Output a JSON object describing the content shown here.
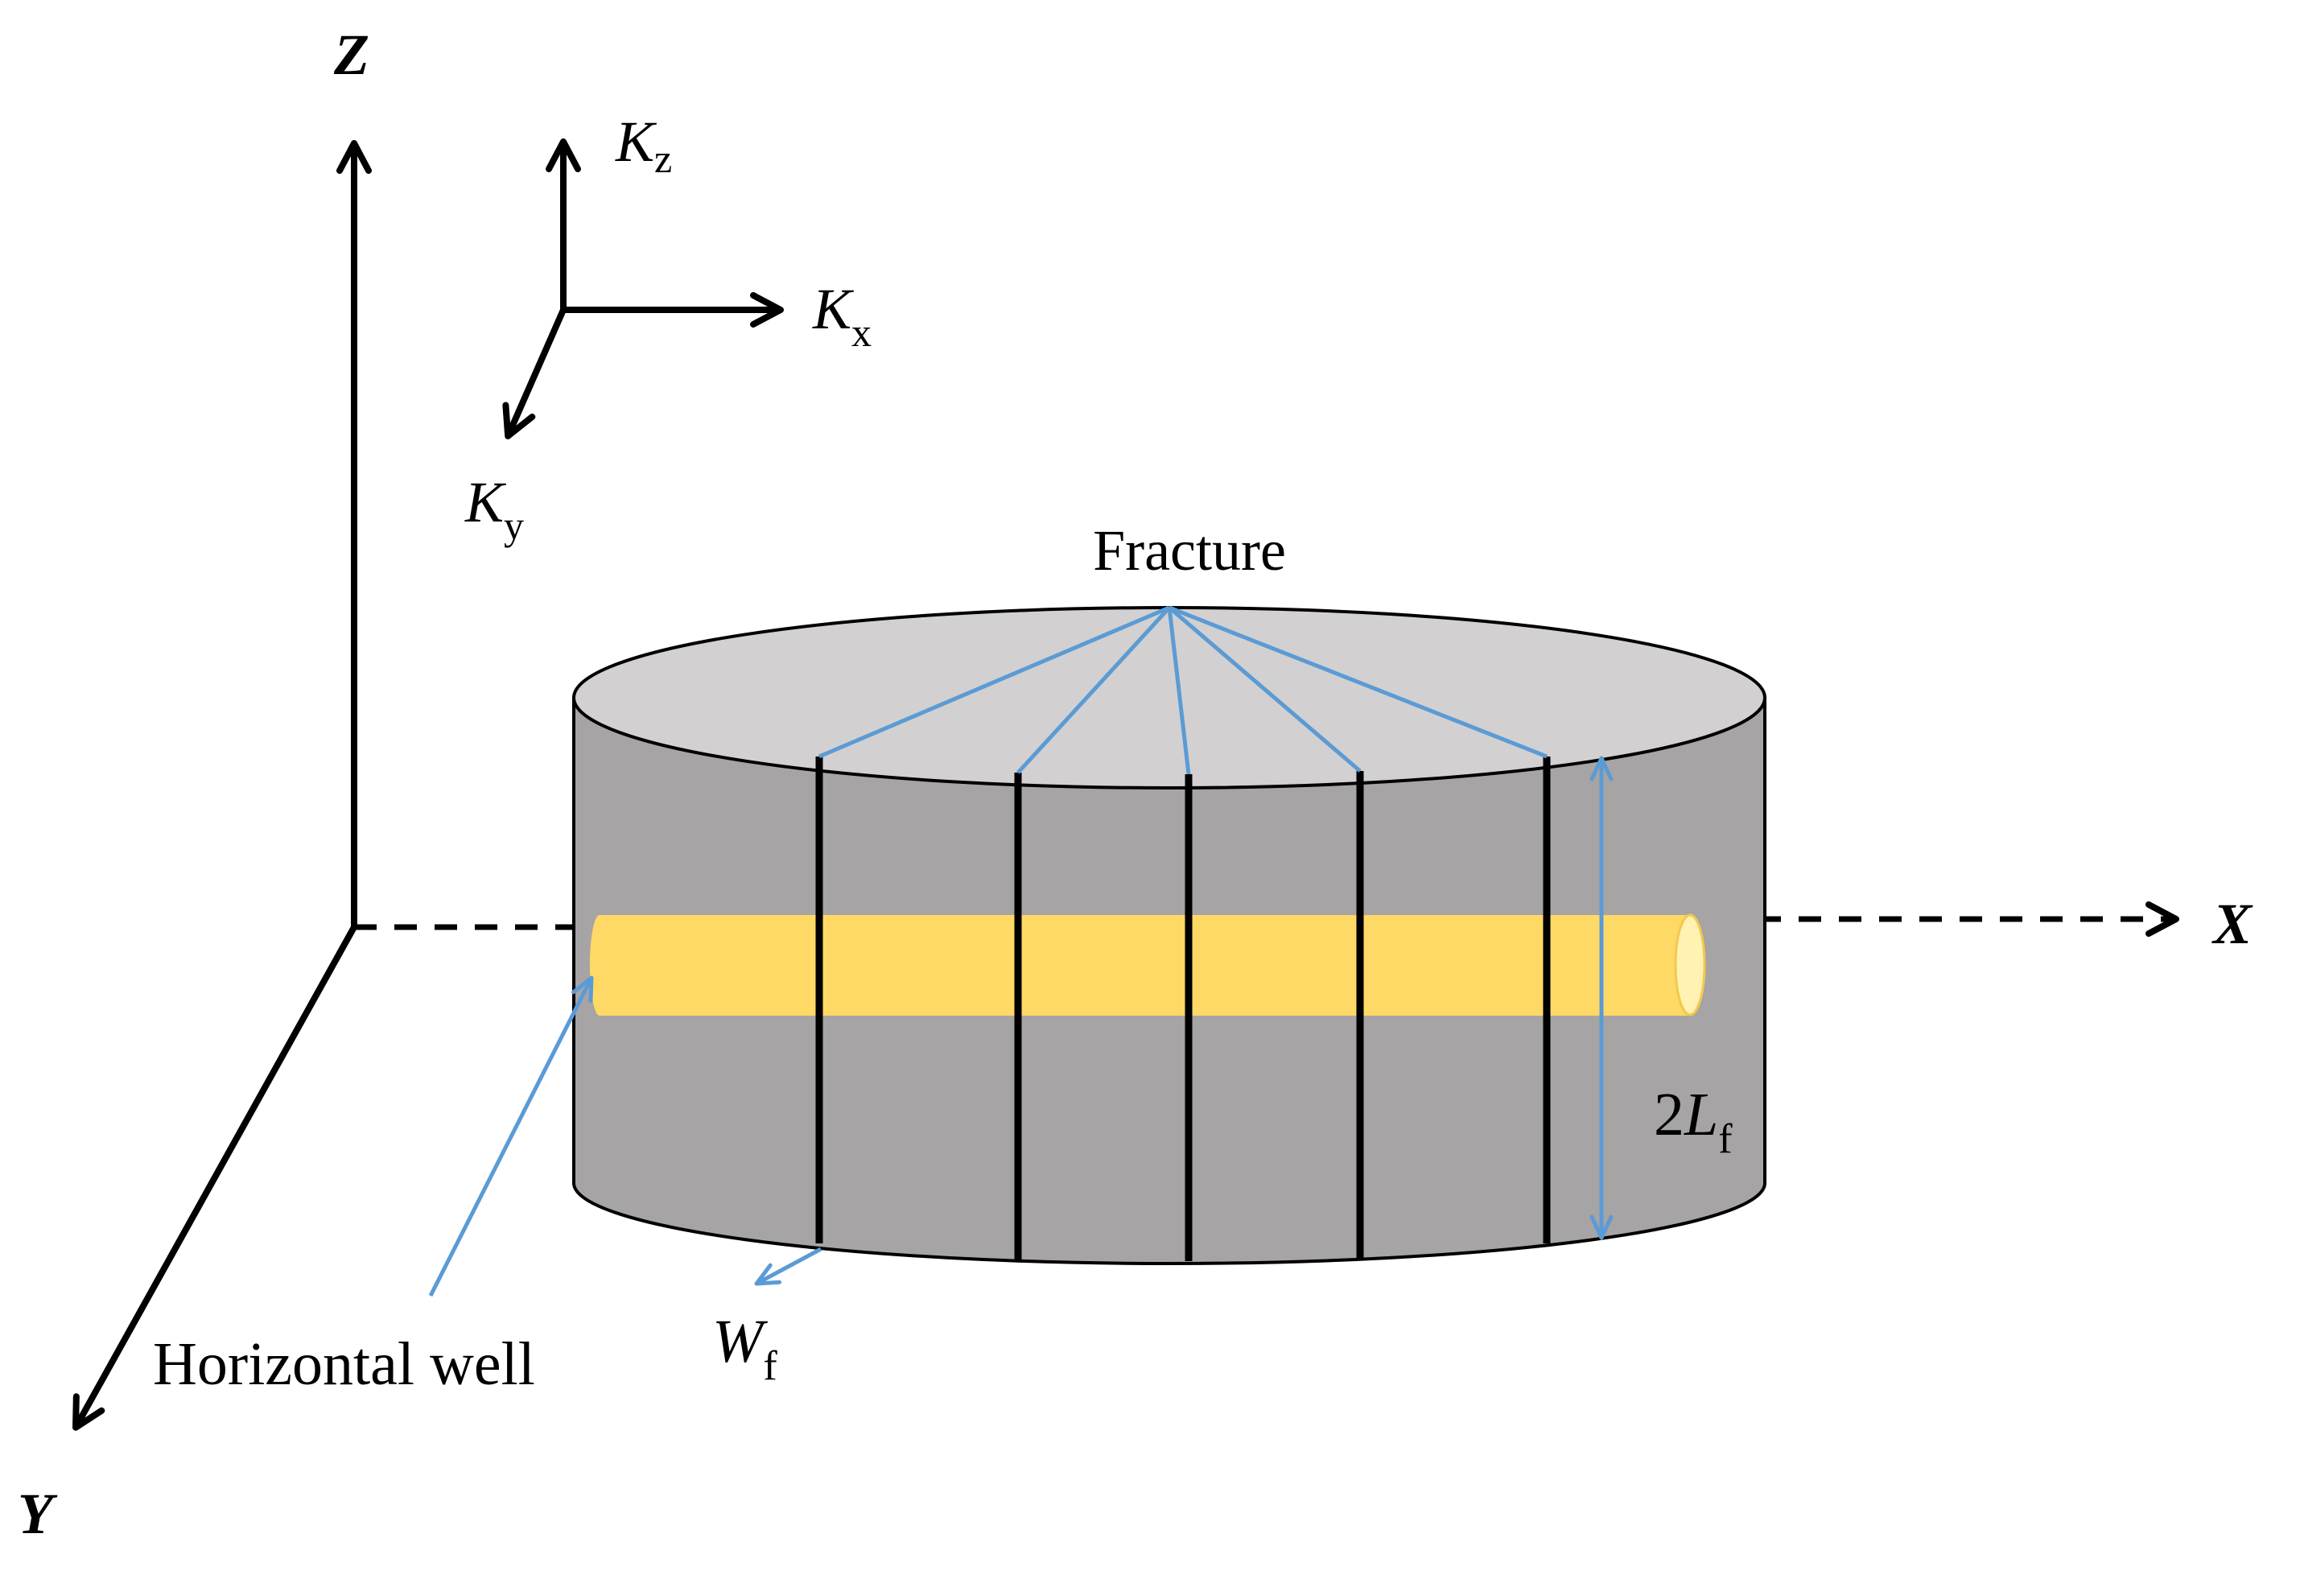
{
  "axes": {
    "z": "Z",
    "x": "X",
    "y": "Y"
  },
  "permeability": {
    "kz_main": "K",
    "kz_sub": "z",
    "kx_main": "K",
    "kx_sub": "x",
    "ky_main": "K",
    "ky_sub": "y"
  },
  "labels": {
    "fracture": "Fracture",
    "horizontal_well": "Horizontal well",
    "wf_main": "W",
    "wf_sub": "f",
    "half_length_prefix": "2",
    "half_length_main": "L",
    "half_length_sub": "f"
  },
  "colors": {
    "reservoir_side": "#a6a4a4",
    "reservoir_top": "#d2d0d0",
    "wellbore": "#ffd966",
    "wellbore_end": "#fff2b3",
    "leader_lines": "#5b9bd5",
    "fracture_lines": "#000000",
    "axis_lines": "#000000"
  }
}
